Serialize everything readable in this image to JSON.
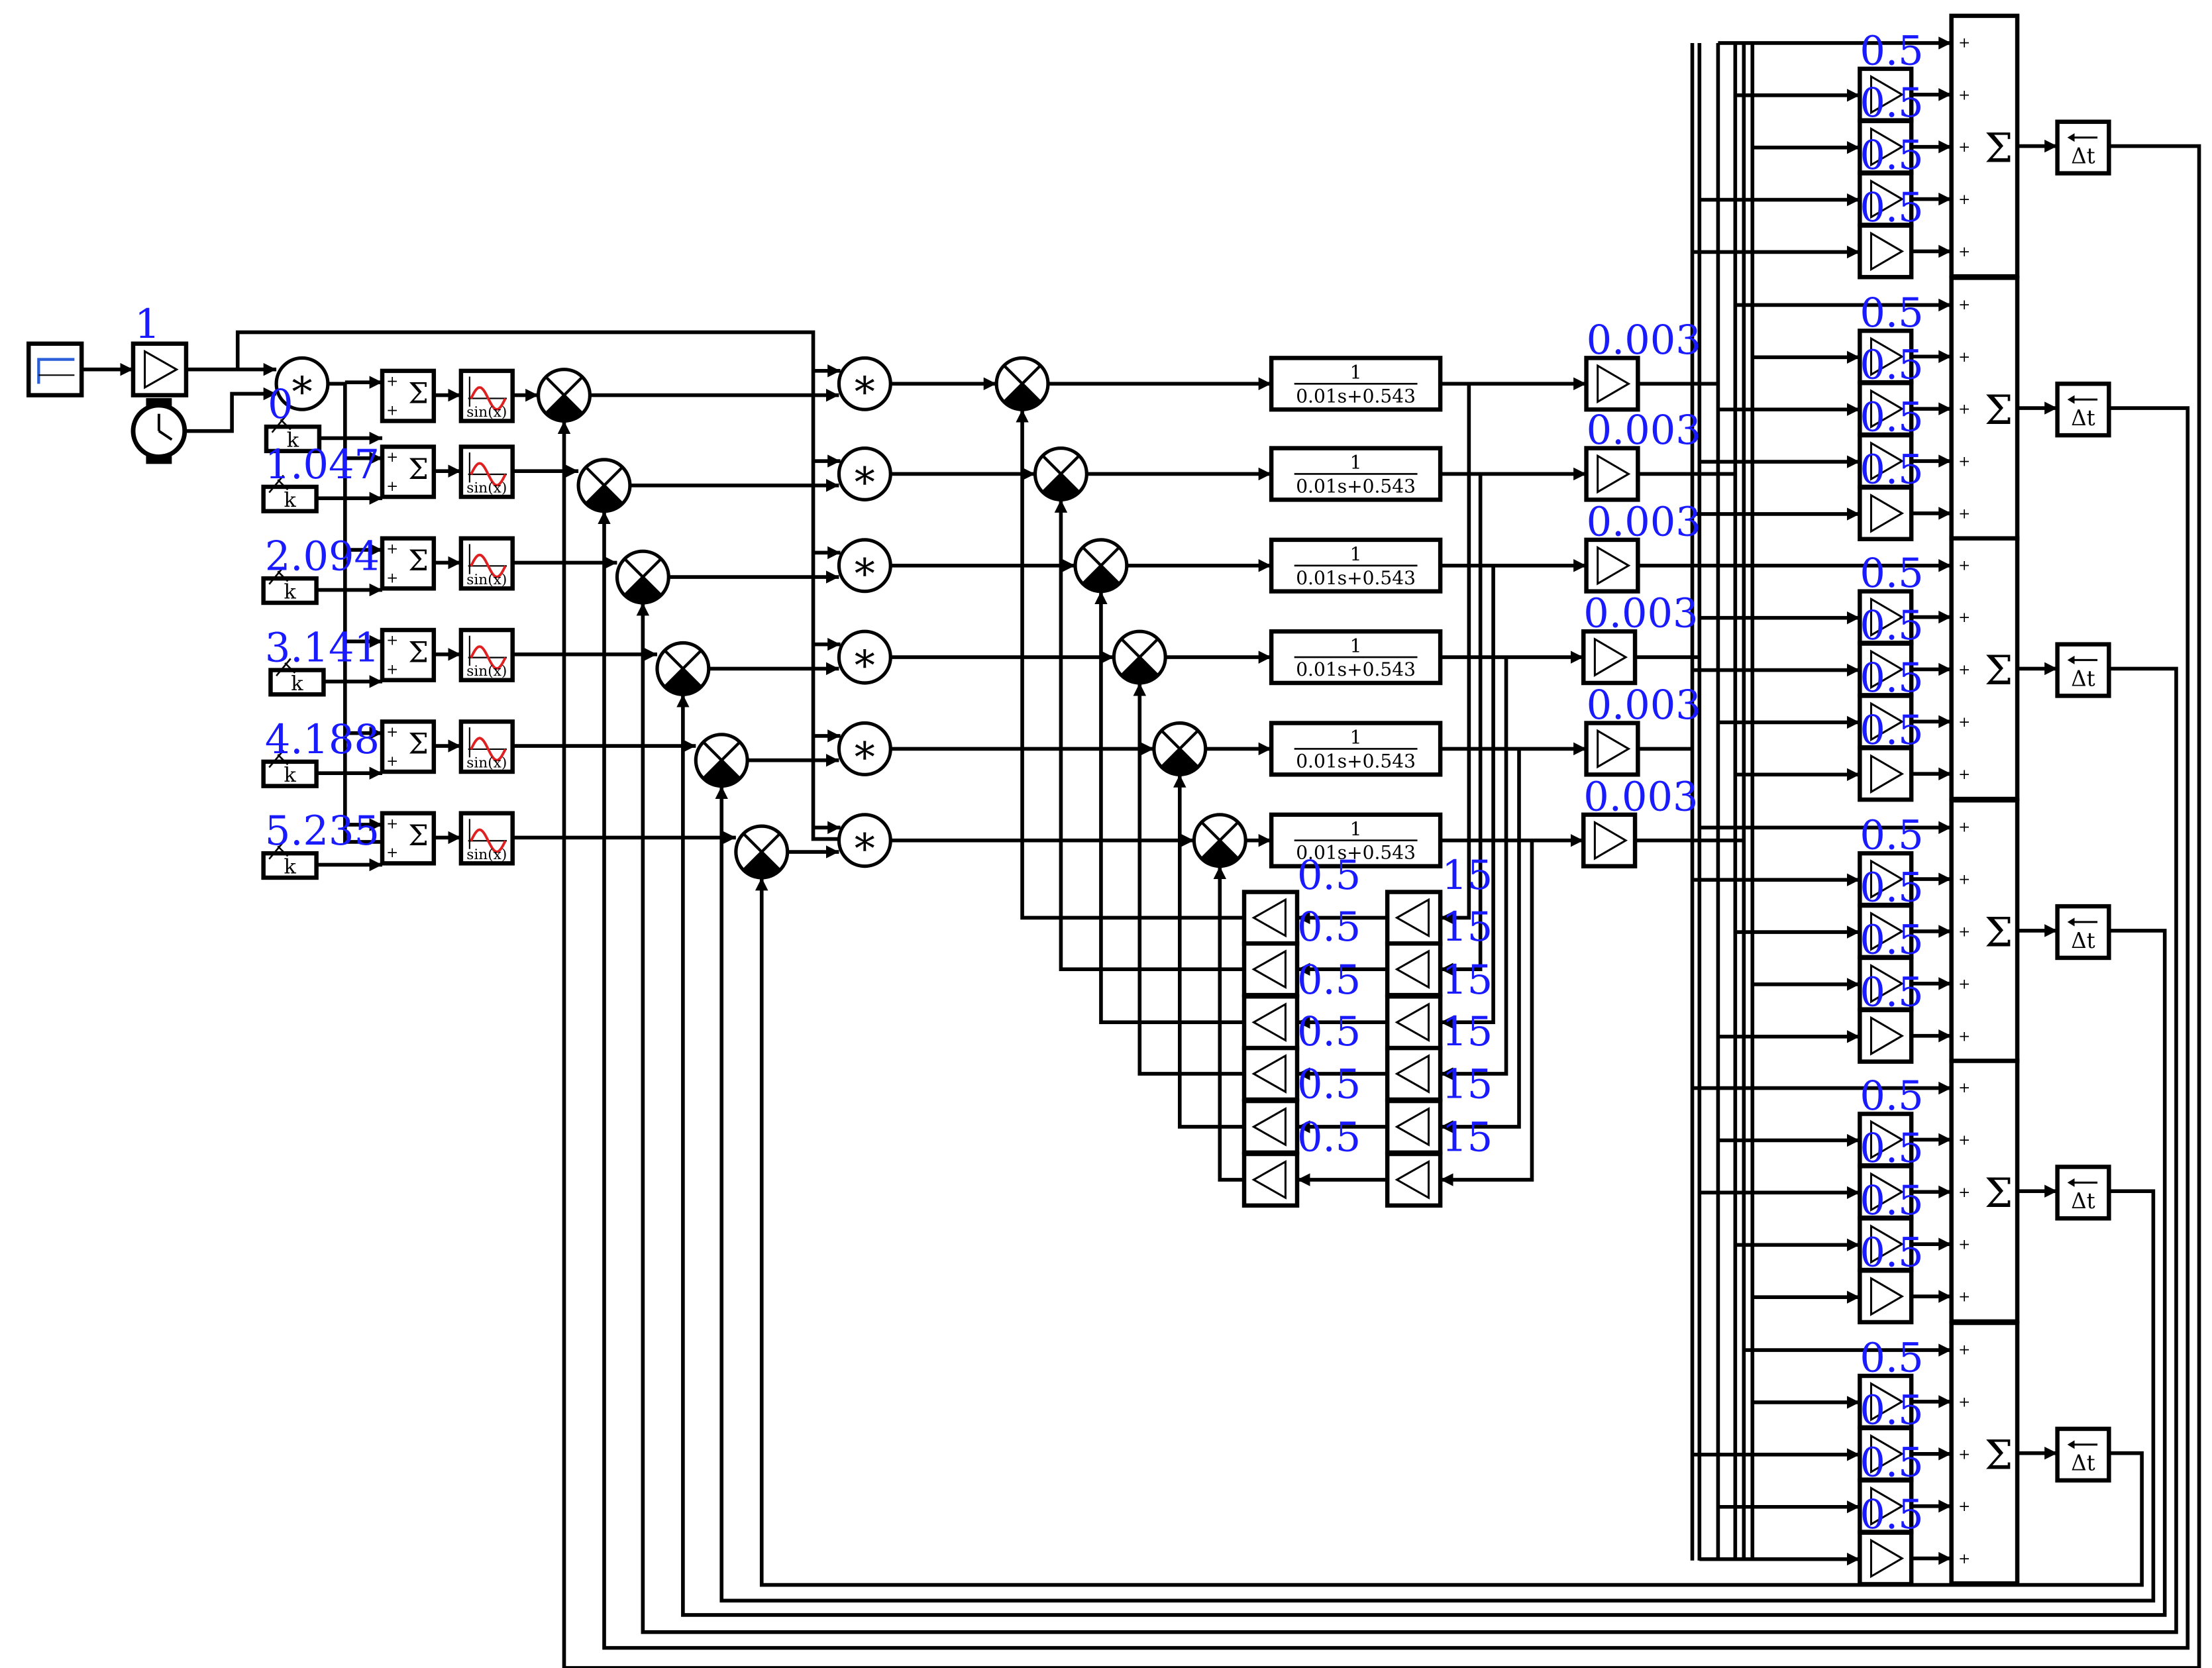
{
  "colors": {
    "param_label": "#1a1aff",
    "block_stroke": "#000000",
    "sine_curve": "#e02020",
    "step_signal": "#2a5fd9"
  },
  "source": {
    "gain_label": "1",
    "block_icons": [
      "step-icon",
      "clock-icon"
    ]
  },
  "phase_constants": [
    {
      "value": "0",
      "text": "k"
    },
    {
      "value": "1.0472",
      "text": "k"
    },
    {
      "value": "2.0944",
      "text": "k"
    },
    {
      "value": "3.14159",
      "text": "k"
    },
    {
      "value": "4.18879",
      "text": "k"
    },
    {
      "value": "5.23599",
      "text": "k"
    }
  ],
  "sum_block": {
    "symbol": "Σ",
    "plus": "+"
  },
  "sin_block": {
    "text": "sin(x)"
  },
  "product_symbol": "∗",
  "transfer_function": {
    "numerator": "1",
    "denominator": "0.01s+0.543"
  },
  "output_gain": "0.003",
  "feedback_gains": {
    "first": "15",
    "second": "0.5"
  },
  "matrix_gain": "0.5",
  "delay_block": {
    "text": "Δt"
  }
}
